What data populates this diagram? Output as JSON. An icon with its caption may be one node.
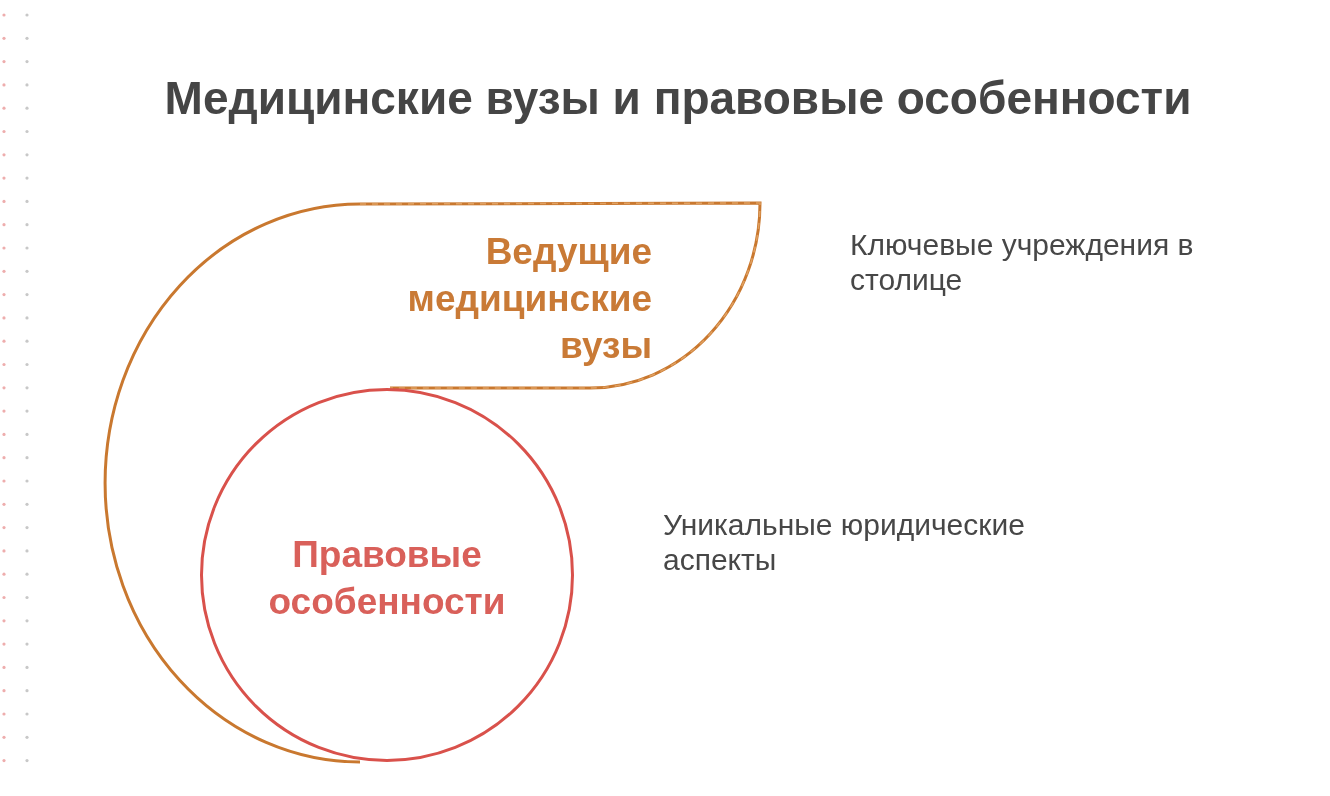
{
  "diagram": {
    "title": "Медицинские вузы и правовые особенности",
    "nodes": [
      {
        "text": [
          "Ведущие медицинские вузы"
        ],
        "beside": [
          "Ключевые учреждения в столице"
        ]
      },
      {
        "text": [
          "Правовые особенности"
        ],
        "in": 0
      }
    ],
    "labels": [
      "Уникальные юридические аспекты"
    ]
  }
}
